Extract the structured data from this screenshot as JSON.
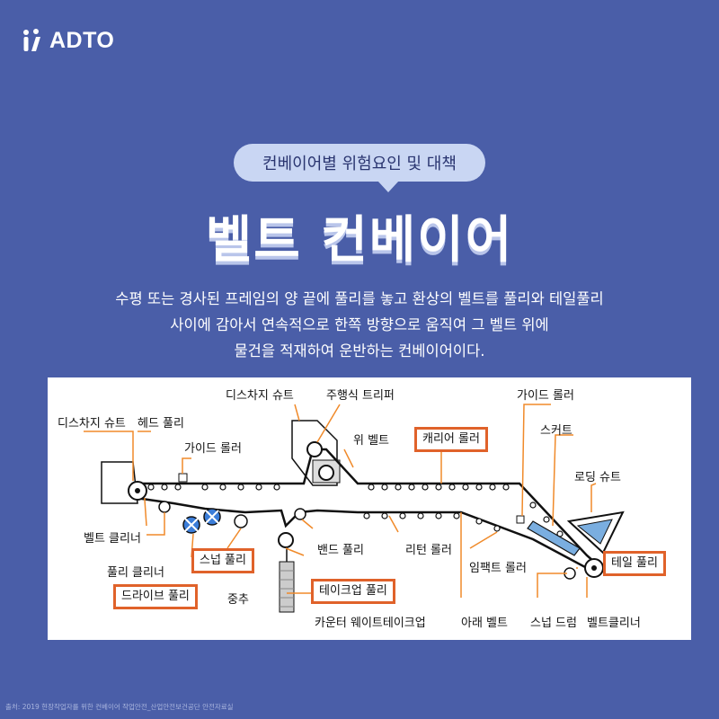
{
  "brand": {
    "logo_text": "ADTO"
  },
  "header": {
    "category": "컨베이어별 위험요인 및 대책",
    "title": "벨트 컨베이어"
  },
  "description": {
    "lines": [
      "수평 또는 경사된 프레임의 양 끝에 풀리를 놓고 환상의 벨트를 풀리와 테일풀리",
      "사이에 감아서 연속적으로 한쪽 방향으로 움직여 그 벨트 위에",
      "물건을 적재하여 운반하는 컨베이어이다."
    ]
  },
  "diagram": {
    "labels": {
      "discharge_chute_left": "디스차지 슈트",
      "head_pulley": "헤드 풀리",
      "guide_roller_left": "가이드 롤러",
      "discharge_chute_top": "디스차지 슈트",
      "traveling_tripper": "주행식 트리퍼",
      "upper_belt": "위 벨트",
      "carrier_roller": "캐리어 롤러",
      "guide_roller_right": "가이드 롤러",
      "skirt": "스커트",
      "loading_chute": "로딩 슈트",
      "belt_cleaner": "벨트 클리너",
      "pulley_cleaner": "풀리 클리너",
      "drive_pulley": "드라이브 풀리",
      "snub_pulley": "스넙 풀리",
      "counterweight": "중추",
      "bend_pulley": "밴드 풀리",
      "take_up_pulley": "테이크업 풀리",
      "counterweight_take_up": "카운터 웨이트테이크업",
      "return_roller": "리턴 롤러",
      "impact_roller": "임팩트 롤러",
      "tail_pulley": "테일 풀리",
      "lower_belt": "아래 벨트",
      "snub_drum": "스넙 드럼",
      "belt_cleaner_tail": "벨트클리너"
    },
    "colors": {
      "highlight": "#e0622a",
      "accent": "#f08a2a",
      "chute": "#7aaee0",
      "pulley_fill": "#3b7dd8"
    }
  },
  "footer": {
    "source": "출처: 2019 현장작업자를 위한 컨베이어 작업안전_산업안전보건공단 안전자료실"
  }
}
